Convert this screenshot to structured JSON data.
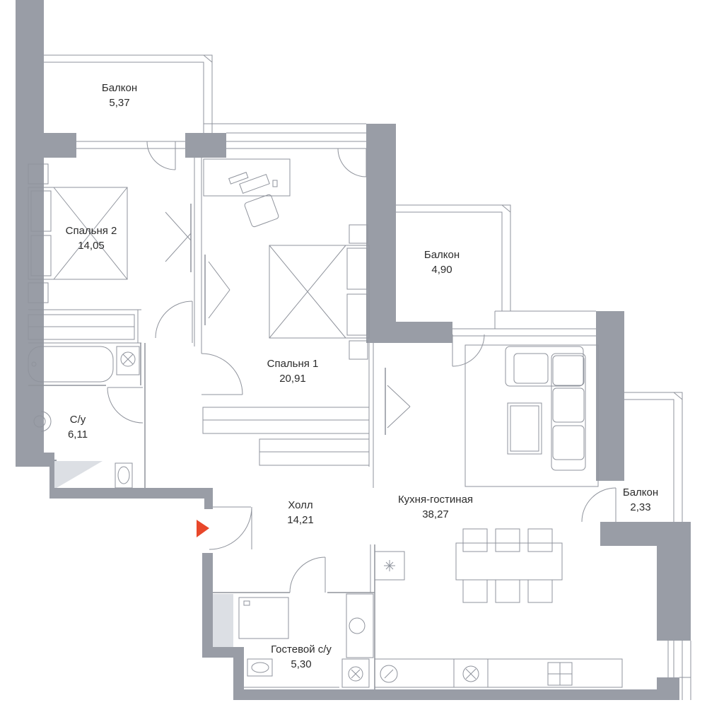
{
  "rooms": [
    {
      "name": "Балкон",
      "area": "5,37"
    },
    {
      "name": "Спальня 2",
      "area": "14,05"
    },
    {
      "name": "Балкон",
      "area": "4,90"
    },
    {
      "name": "Спальня 1",
      "area": "20,91"
    },
    {
      "name": "С/у",
      "area": "6,11"
    },
    {
      "name": "Холл",
      "area": "14,21"
    },
    {
      "name": "Кухня-гостиная",
      "area": "38,27"
    },
    {
      "name": "Балкон",
      "area": "2,33"
    },
    {
      "name": "Гостевой с/у",
      "area": "5,30"
    }
  ],
  "colors": {
    "wall": "#999da6",
    "line": "#8f939c",
    "entrance_marker": "#e8472a",
    "wet_zone": "#dcdfe4"
  },
  "icons": [
    "entrance-arrow-icon",
    "sink-icon",
    "toilet-icon",
    "bathtub-icon",
    "shower-icon",
    "washing-machine-icon",
    "stove-icon",
    "bed-icon",
    "sofa-icon",
    "desk-icon",
    "chair-icon",
    "dining-table-icon",
    "wardrobe-icon",
    "door-icon",
    "window-icon"
  ]
}
